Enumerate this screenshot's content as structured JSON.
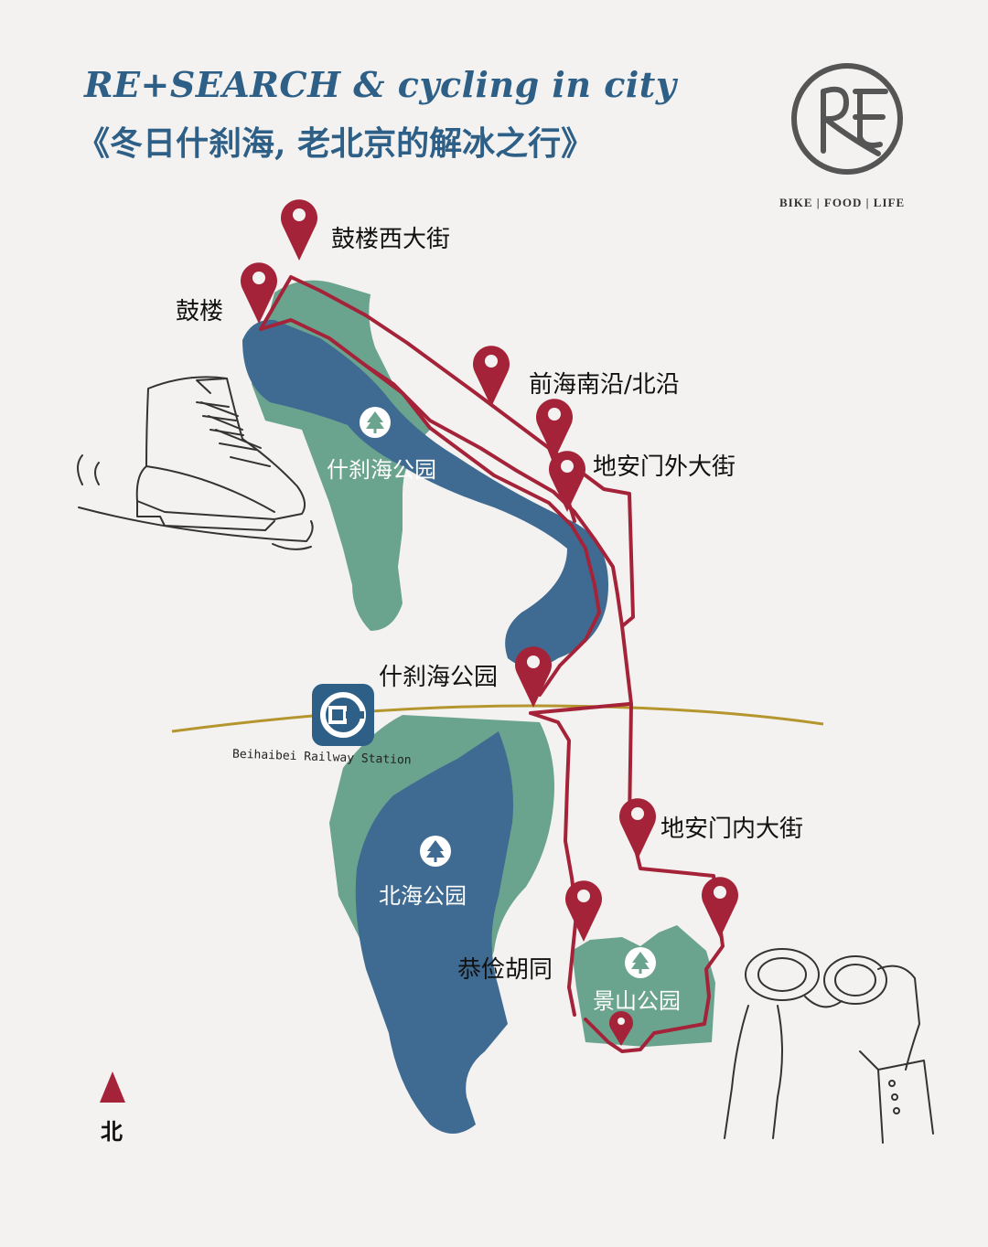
{
  "title": {
    "en": "RE+SEARCH & cycling in city",
    "cn": "《冬日什刹海, 老北京的解冰之行》"
  },
  "logo": {
    "caption": "BIKE | FOOD | LIFE"
  },
  "markers": [
    {
      "label": "鼓楼西大街"
    },
    {
      "label": "鼓楼"
    },
    {
      "label": "前海南沿/北沿"
    },
    {
      "label": "地安门外大街"
    },
    {
      "label": "什刹海公园"
    },
    {
      "label": "地安门内大街"
    },
    {
      "label": "恭俭胡同"
    }
  ],
  "parks": [
    {
      "label": "什刹海公园"
    },
    {
      "label": "北海公园"
    },
    {
      "label": "景山公园"
    }
  ],
  "station": {
    "label": "Beihaibei Railway Station",
    "icon": "subway-icon"
  },
  "north": {
    "label": "北"
  },
  "colors": {
    "water": "#3f6b92",
    "park": "#6aa38e",
    "route": "#a52338",
    "rail": "#b5962e",
    "title": "#2e5f86"
  }
}
